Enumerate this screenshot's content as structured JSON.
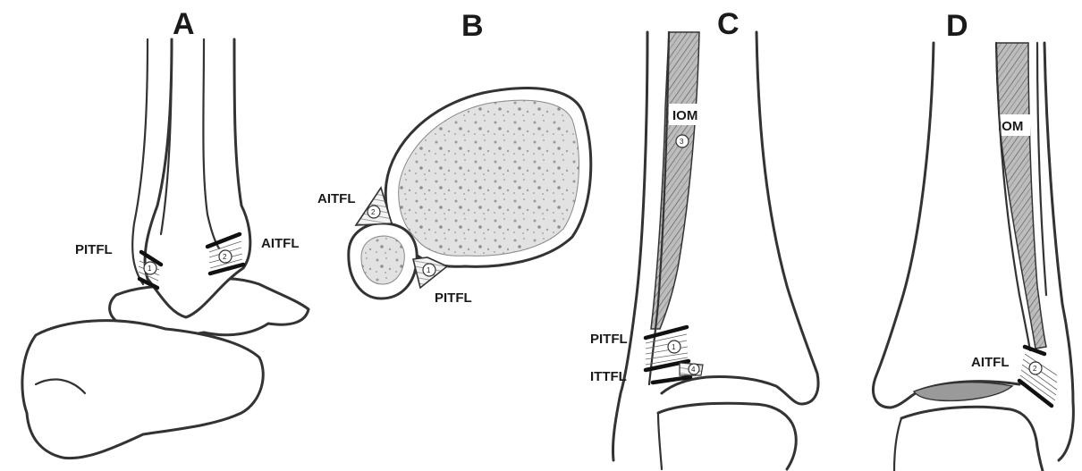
{
  "panels": {
    "a": {
      "letter": "A",
      "label_left": "PITFL",
      "label_right": "AITFL",
      "badge_left": "1",
      "badge_right": "2"
    },
    "b": {
      "letter": "B",
      "label_top": "AITFL",
      "label_bottom": "PITFL",
      "badge_top": "2",
      "badge_bottom": "1"
    },
    "c": {
      "letter": "C",
      "label_iom": "IOM",
      "label_pitfl": "PITFL",
      "label_ittfl": "ITTFL",
      "badge_iom": "3",
      "badge_pitfl": "1",
      "badge_ittfl": "4"
    },
    "d": {
      "letter": "D",
      "label_iom": "IOM",
      "label_aitfl": "AITFL",
      "badge_aitfl": "2"
    }
  }
}
